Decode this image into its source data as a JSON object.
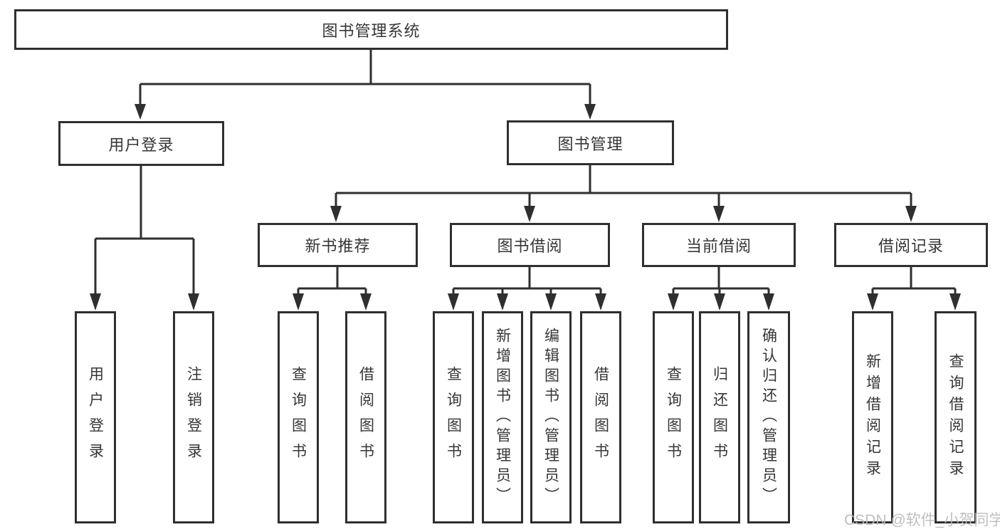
{
  "page": {
    "background": "#ffffff",
    "line_color": "#2f2f2f",
    "text_color": "#363636"
  },
  "watermark": {
    "text": "CSDN @软件_小贺同学",
    "color": "#b9b9b9"
  },
  "nodes": {
    "root": "图书管理系统",
    "level2": [
      "用户登录",
      "图书管理"
    ],
    "login_children": [
      "用户登录",
      "注销登录"
    ],
    "level3": [
      "新书推荐",
      "图书借阅",
      "当前借阅",
      "借阅记录"
    ],
    "recommend_children": [
      "查询图书",
      "借阅图书"
    ],
    "borrow_children": [
      "查询图书",
      "新增图书（管理员）",
      "编辑图书（管理员）",
      "借阅图书"
    ],
    "current_children": [
      "查询图书",
      "归还图书",
      "确认归还（管理员）"
    ],
    "record_children": [
      "新增借阅记录",
      "查询借阅记录"
    ]
  }
}
